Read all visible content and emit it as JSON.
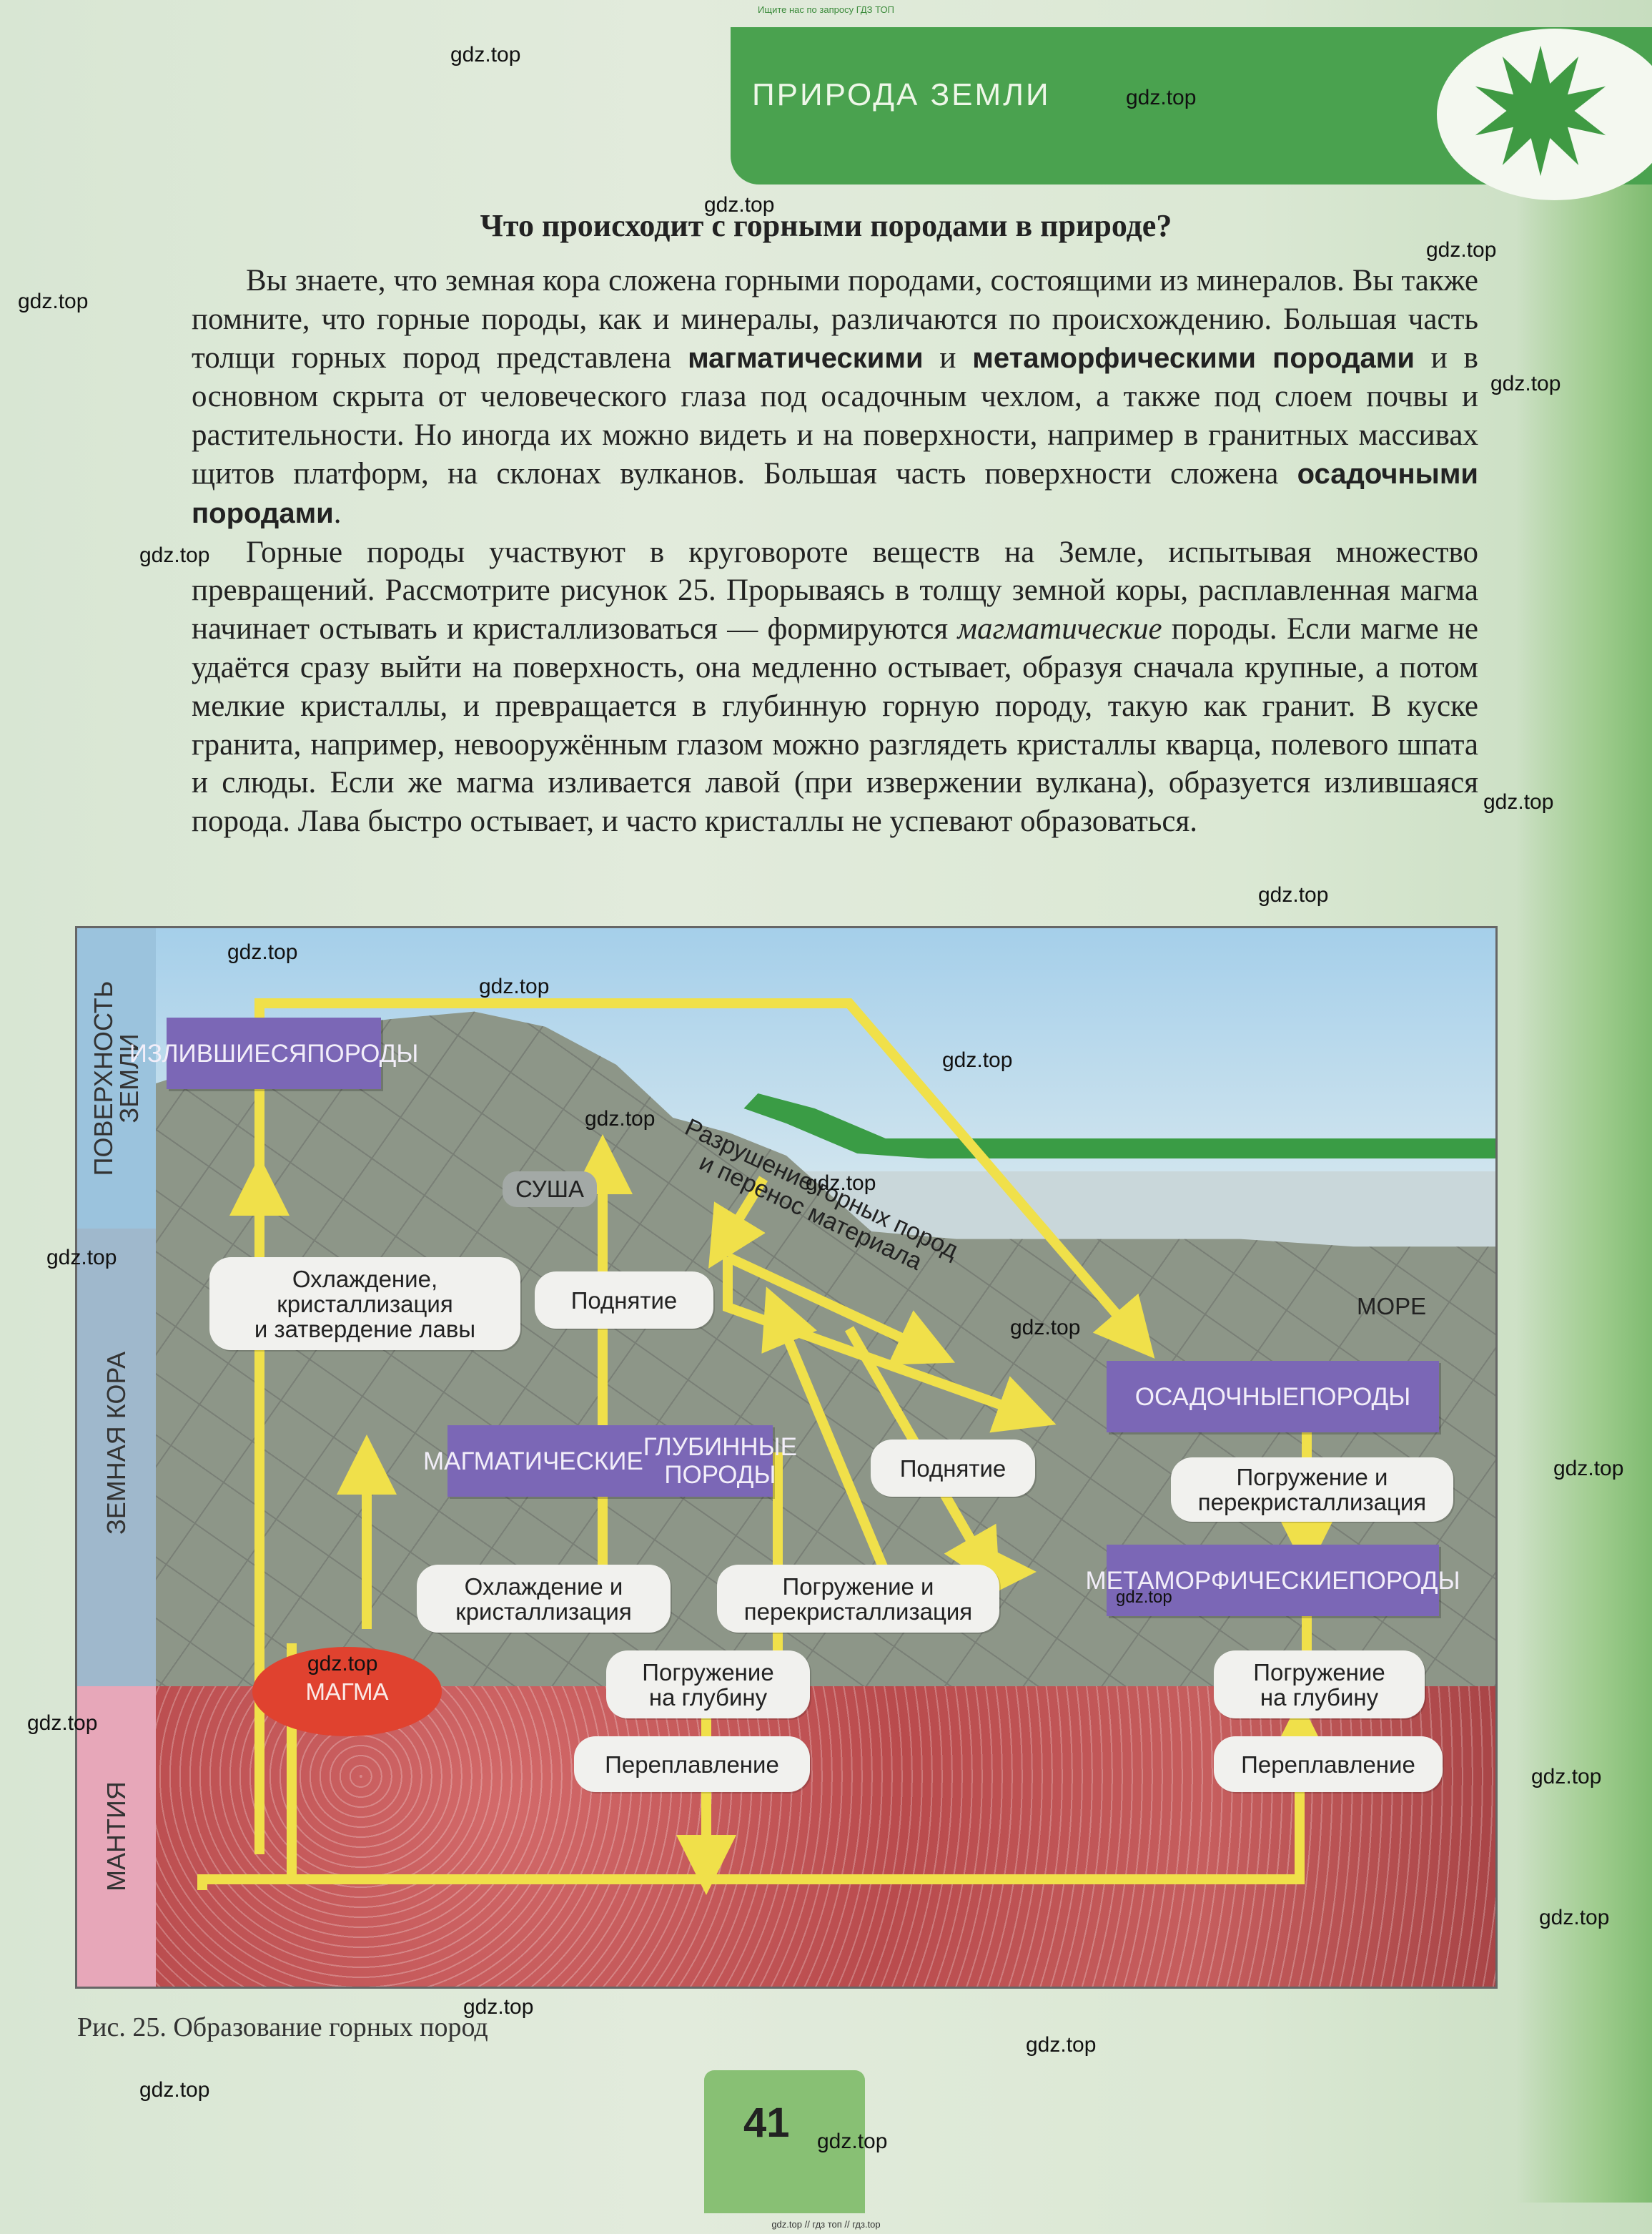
{
  "top_note": "Ищите нас по запросу ГДЗ ТОП",
  "bottom_note": "gdz.top // гдз топ // гдз.top",
  "header_title": "ПРИРОДА ЗЕМЛИ",
  "heading": "Что происходит с горными породами в природе?",
  "paragraph1": {
    "t1": "Вы знаете, что земная кора сложена горными породами, состоящими из минералов. Вы также помните, что горные породы, как и минералы, различаются по происхождению. Большая часть толщи горных пород представлена ",
    "b1": "магматическими",
    "t2": " и ",
    "b2": "метаморфическими породами",
    "t3": " и в основном скрыта от человеческого глаза под осадочным чехлом, а также под слоем почвы и растительности. Но иногда их можно видеть и на поверхности, например в гранитных массивах щитов платформ, на склонах вулканов. Большая часть поверхности сложена ",
    "b3": "осадочными породами",
    "t4": "."
  },
  "paragraph2": {
    "t1": "Горные породы участвуют в круговороте веществ на Земле, испытывая множество превращений. Рассмотрите рисунок 25. Прорываясь в толщу земной коры, расплавленная магма начинает остывать и кристаллизоваться — формируются ",
    "i1": "магматические",
    "t2": " породы. Если магме не удаётся сразу выйти на поверхность, она медленно остывает, образуя сначала крупные, а потом мелкие кристаллы, и превращается в глубинную горную породу, такую как гранит. В куске гранита, например, невооружённым глазом можно разглядеть кристаллы кварца, полевого шпата и слюды. Если же магма изливается лавой (при извержении вулкана), образуется излившаяся порода. Лава быстро остывает, и часто кристаллы не успевают образоваться."
  },
  "figure": {
    "side_labels": {
      "surface_line1": "ПОВЕРХНОСТЬ",
      "surface_line2": "ЗЕМЛИ",
      "crust": "ЗЕМНАЯ КОРА",
      "mantle": "МАНТИЯ"
    },
    "boxes": {
      "extrusive": [
        "ИЗЛИВШИЕСЯ",
        "ПОРОДЫ"
      ],
      "intrusive": [
        "МАГМАТИЧЕСКИЕ",
        "ГЛУБИННЫЕ ПОРОДЫ"
      ],
      "sedimentary": [
        "ОСАДОЧНЫЕ",
        "ПОРОДЫ"
      ],
      "metamorphic": [
        "МЕТАМОРФИЧЕСКИЕ",
        "ПОРОДЫ"
      ]
    },
    "processes": {
      "cooling_lava": [
        "Охлаждение,",
        "кристаллизация",
        "и затвердение лавы"
      ],
      "uplift1": "Поднятие",
      "uplift2": "Поднятие",
      "cooling_cryst": [
        "Охлаждение и",
        "кристаллизация"
      ],
      "burial_recryst1": [
        "Погружение и",
        "перекристаллизация"
      ],
      "burial_recryst2": [
        "Погружение и",
        "перекристаллизация"
      ],
      "sink_depth1": [
        "Погружение",
        "на глубину"
      ],
      "sink_depth2": [
        "Погружение",
        "на глубину"
      ],
      "remelt1": "Переплавление",
      "remelt2": "Переплавление"
    },
    "land": "СУША",
    "sea": "МОРЕ",
    "magma": "МАГМА",
    "erosion": [
      "Разрушение горных пород",
      "и перенос материала"
    ],
    "colors": {
      "arrow": "#f0e04a",
      "rock_box": "#7b67b6",
      "magma": "#e0422f",
      "mantle": "#b94b4d"
    }
  },
  "caption": "Рис. 25. Образование горных пород",
  "page_number": "41",
  "watermark": "gdz.top"
}
